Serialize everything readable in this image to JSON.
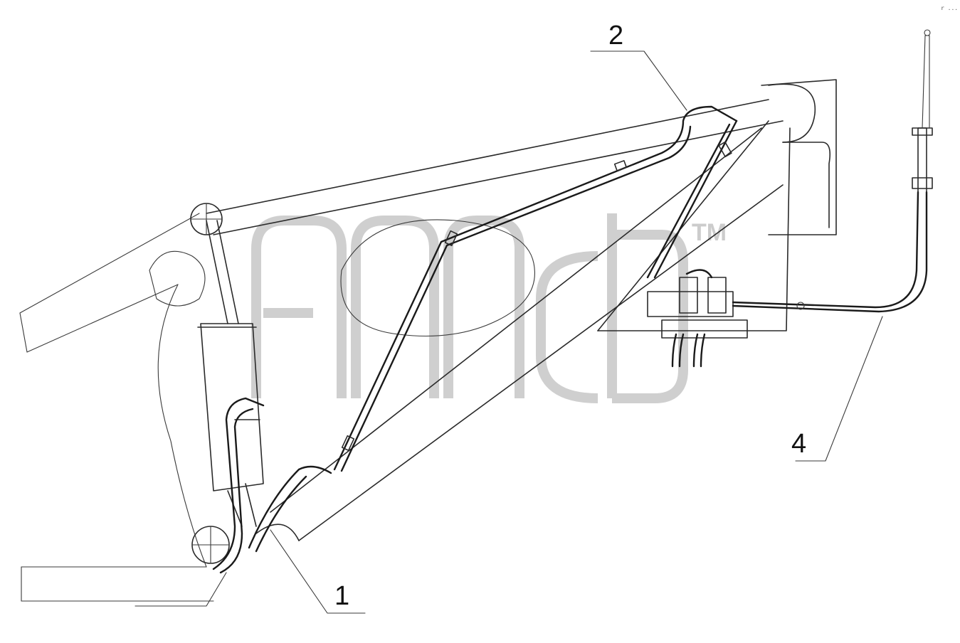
{
  "callouts": [
    {
      "id": "1",
      "text": "1"
    },
    {
      "id": "2",
      "text": "2"
    },
    {
      "id": "4",
      "text": "4"
    }
  ],
  "watermark": {
    "tm": "TM"
  },
  "corner_mark": "r ..."
}
